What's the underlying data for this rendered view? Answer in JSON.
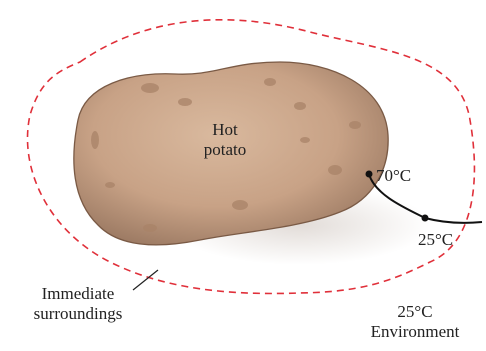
{
  "potato": {
    "line1": "Hot",
    "line2": "potato"
  },
  "temperatures": {
    "surface": "70°C",
    "probe_tip": "25°C",
    "environment": "25°C",
    "environment_label": "Environment"
  },
  "surroundings": {
    "line1": "Immediate",
    "line2": "surroundings"
  },
  "colors": {
    "boundary": "#e0303a",
    "potato_fill": "#c9a384",
    "potato_edge": "#7a5a45",
    "shadow": "#ece7e4",
    "wire": "#111111"
  }
}
